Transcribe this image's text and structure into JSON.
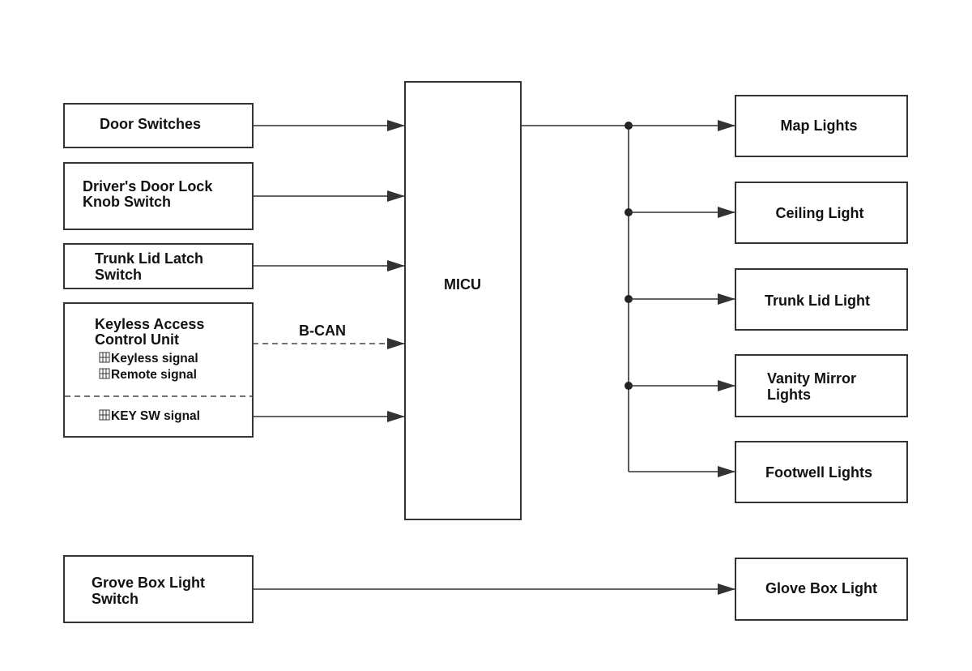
{
  "inputs": {
    "door_switches": "Door Switches",
    "drivers_door_lock": [
      "Driver's Door Lock",
      "Knob Switch"
    ],
    "trunk_lid_latch": [
      "Trunk Lid Latch",
      "Switch"
    ],
    "keyless_access": [
      "Keyless Access",
      "Control Unit"
    ],
    "keyless_signal": "Keyless signal",
    "remote_signal": "Remote signal",
    "key_sw_signal": "KEY SW signal",
    "grove_box_switch": [
      "Grove Box Light",
      "Switch"
    ]
  },
  "bus_label": "B-CAN",
  "controller": "MICU",
  "outputs": {
    "map_lights": "Map Lights",
    "ceiling_light": "Ceiling Light",
    "trunk_lid_light": "Trunk Lid Light",
    "vanity_mirror": [
      "Vanity Mirror",
      "Lights"
    ],
    "footwell_lights": "Footwell Lights",
    "glove_box_light": "Glove Box Light"
  }
}
